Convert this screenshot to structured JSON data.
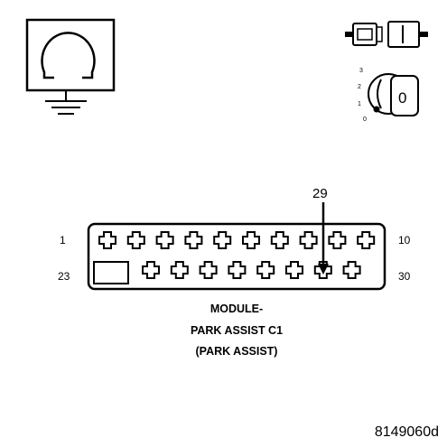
{
  "connector": {
    "pin_top_start": "1",
    "pin_top_end": "10",
    "pin_bottom_start": "23",
    "pin_bottom_end": "30",
    "top_row_cavities": 10,
    "bottom_row_cavities": 8,
    "callout_pin": "29"
  },
  "caption": {
    "line1": "MODULE-",
    "line2": "PARK ASSIST C1",
    "line3": "(PARK ASSIST)"
  },
  "ignition": {
    "positions": [
      "3",
      "2",
      "1",
      "0"
    ],
    "key_label": "0"
  },
  "figure_id": "8149060d",
  "icons": {
    "ohmmeter": "ohm-symbol-with-ground",
    "connector_disconnect": "disconnected-connector-icon",
    "ignition": "ignition-key-off-icon"
  }
}
